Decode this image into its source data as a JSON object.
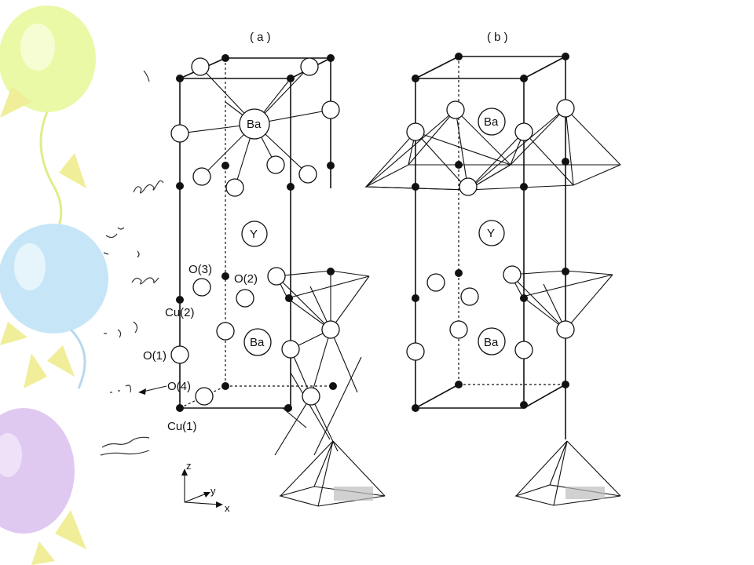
{
  "panels": {
    "a": {
      "label": "( a )"
    },
    "b": {
      "label": "( b )"
    }
  },
  "atom_labels": {
    "ba_top": "Ba",
    "y": "Y",
    "ba_bottom": "Ba",
    "ba_b_top": "Ba",
    "y_b": "Y",
    "ba_b_bottom": "Ba"
  },
  "site_labels": {
    "o3": "O(3)",
    "o2": "O(2)",
    "cu2": "Cu(2)",
    "o1": "O(1)",
    "o4": "O(4)",
    "cu1": "Cu(1)"
  },
  "axes": {
    "z": "z",
    "y": "y",
    "x": "x"
  },
  "colors": {
    "background": "#ffffff",
    "line": "#111111",
    "balloon_green": "#e4f79a",
    "balloon_blue": "#bfe2f7",
    "balloon_purple": "#dcc3ee",
    "balloon_yellow": "#f2ef9a"
  },
  "decor": {
    "balloons": [
      "green-balloon",
      "blue-balloon",
      "purple-balloon"
    ]
  }
}
